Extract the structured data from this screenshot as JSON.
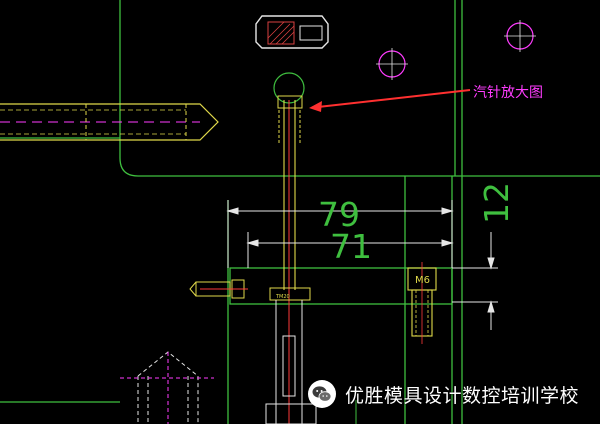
{
  "drawing": {
    "dimensions": {
      "width_outer": "79",
      "width_inner": "71",
      "height_right": "12"
    },
    "annotation": {
      "callout_label": "汽针放大图"
    },
    "thread_label": "M6",
    "colors": {
      "background": "#000000",
      "green_outline": "#3fbf3f",
      "white_line": "#e6e6e6",
      "yellow_part": "#e0d94a",
      "red_line": "#ff3a3a",
      "magenta": "#ff3cff",
      "callout_arrow": "#ff3030"
    }
  },
  "watermark": {
    "icon": "wechat-icon",
    "text": "优胜模具设计数控培训学校"
  }
}
